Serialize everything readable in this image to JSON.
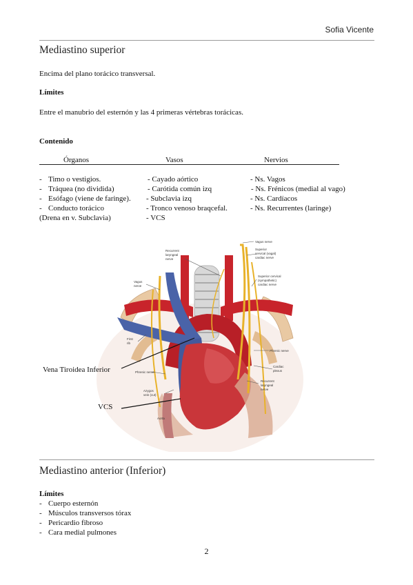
{
  "header": {
    "author": "Sofia Vicente"
  },
  "section1": {
    "title": "Mediastino superior",
    "intro": "Encima del plano torácico transversal.",
    "limits_heading": "Límites",
    "limits_text": "Entre el manubrio del esternón y las 4 primeras vértebras torácicas.",
    "content_heading": "Contenido",
    "columns": [
      "Órganos",
      "Vasos",
      "Nervios"
    ],
    "organos": [
      "Timo o vestigios.",
      "Tráquea (no dividida)",
      "Esófago (viene de faringe).",
      "Conducto torácico",
      "(Drena en v. Subclavia)"
    ],
    "vasos": [
      "- Cayado aórtico",
      "- Carótida común izq",
      "- Subclavia izq",
      "- Tronco venoso braqcefal.",
      "- VCS"
    ],
    "nervios": [
      "- Ns. Vagos",
      "- Ns. Frénicos (medial al vago)",
      "- Ns. Cardíacos",
      "- Ns. Recurrentes (laringe)"
    ]
  },
  "figure": {
    "labels": {
      "vagus_top": "Vagus nerve",
      "sup_cervical_vagal_1": "Superior",
      "sup_cervical_vagal_2": "cervical (vagal)",
      "sup_cervical_vagal_3": "cardiac nerve",
      "recurrent_top_1": "Recurrent",
      "recurrent_top_2": "laryngeal",
      "recurrent_top_3": "nerve",
      "sup_cervical_symp_1": "Superior cervical",
      "sup_cervical_symp_2": "(sympathetic)",
      "sup_cervical_symp_3": "cardiac nerve",
      "vagus_left_1": "Vagus",
      "vagus_left_2": "nerve",
      "first_rib_1": "First",
      "first_rib_2": "rib",
      "phrenic_right": "Phrenic nerve",
      "cardiac_plexus_1": "Cardiac",
      "cardiac_plexus_2": "plexus",
      "phrenic_left": "Phrenic nerve",
      "recurrent_bottom_1": "Recurrent",
      "recurrent_bottom_2": "laryngeal",
      "recurrent_bottom_3": "nerve",
      "azygos_1": "Azygos",
      "azygos_2": "vein (cut)",
      "aorta": "Aorta"
    },
    "callouts": {
      "vena_tiroidea": "Vena Tiroidea Inferior",
      "vcs": "VCS"
    }
  },
  "section2": {
    "title": "Mediastino anterior (Inferior)",
    "limits_heading": "Límites",
    "limits": [
      "Cuerpo esternón",
      "Músculos transversos tórax",
      "Pericardio fibroso",
      "Cara medial pulmones"
    ]
  },
  "footer": {
    "page_number": "2"
  },
  "colors": {
    "artery": "#c8242b",
    "vein": "#4a63a8",
    "nerve": "#e8b22a",
    "heart": "#c9363a"
  }
}
